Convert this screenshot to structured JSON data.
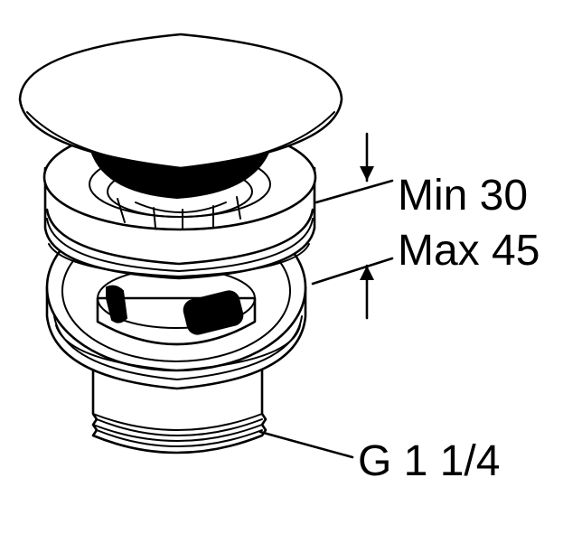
{
  "labels": {
    "min": "Min 30",
    "max": "Max 45",
    "thread": "G 1 1/4"
  },
  "colors": {
    "line": "#000000",
    "background": "#ffffff"
  }
}
